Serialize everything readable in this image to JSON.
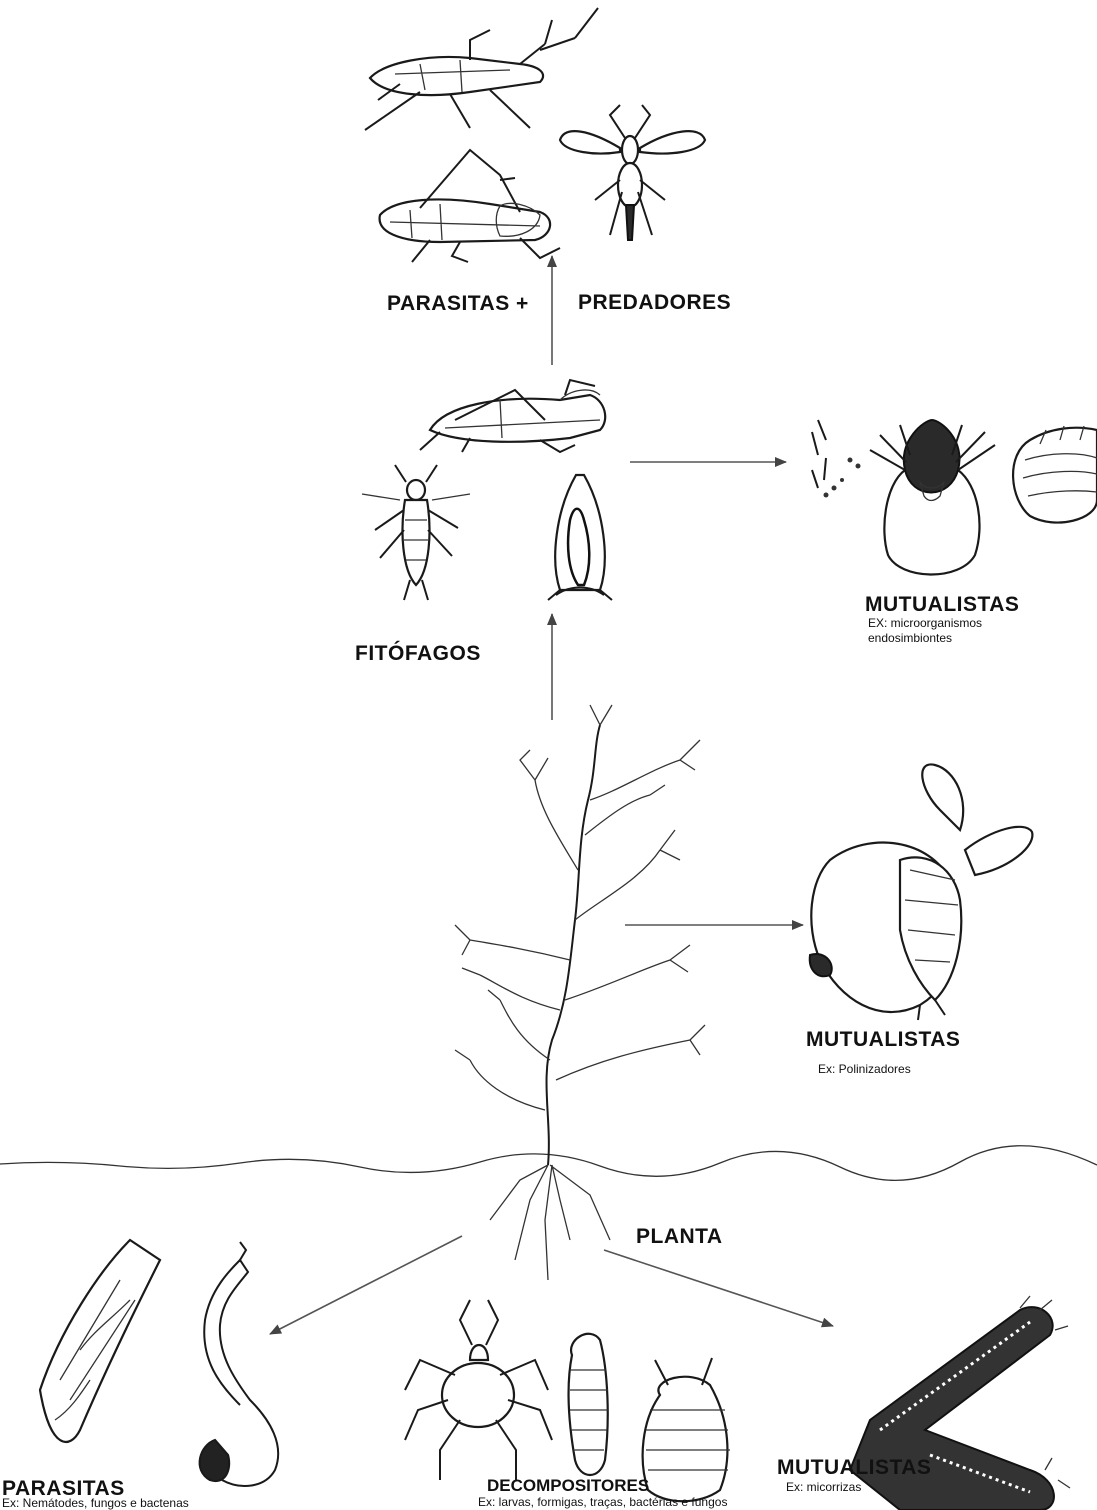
{
  "labels": {
    "parasitas_top": "PARASITAS +",
    "predadores": "PREDADORES",
    "fitofagos": "FITÓFAGOS",
    "mutualistas_1": "MUTUALISTAS",
    "mutualistas_1_ex_line1": "EX: microorganismos",
    "mutualistas_1_ex_line2": "endosimbiontes",
    "mutualistas_2": "MUTUALISTAS",
    "mutualistas_2_ex": "Ex: Polinizadores",
    "planta": "PLANTA",
    "parasitas_bottom": "PARASITAS",
    "parasitas_bottom_ex": "Ex: Nemátodes, fungos e bactenas",
    "decompositores": "DECOMPOSITORES",
    "decompositores_ex": "Ex: larvas, formigas, traças, bactérias e fungos",
    "mutualistas_3": "MUTUALISTAS",
    "mutualistas_3_ex": "Ex: micorrizas"
  },
  "icons": [
    "assassin-bug-icon",
    "wasp-icon",
    "grasshopper-icon",
    "aphid-icon",
    "seed-icon",
    "microorganism-icon",
    "tick-icon",
    "scale-insect-icon",
    "bee-flower-icon",
    "plant-icon",
    "nematode-icon",
    "mite-icon",
    "larva-icon",
    "woodlouse-icon",
    "mycorrhiza-icon"
  ],
  "colors": {
    "ink": "#1a1a1a",
    "arrow": "#555555",
    "background": "#ffffff"
  }
}
